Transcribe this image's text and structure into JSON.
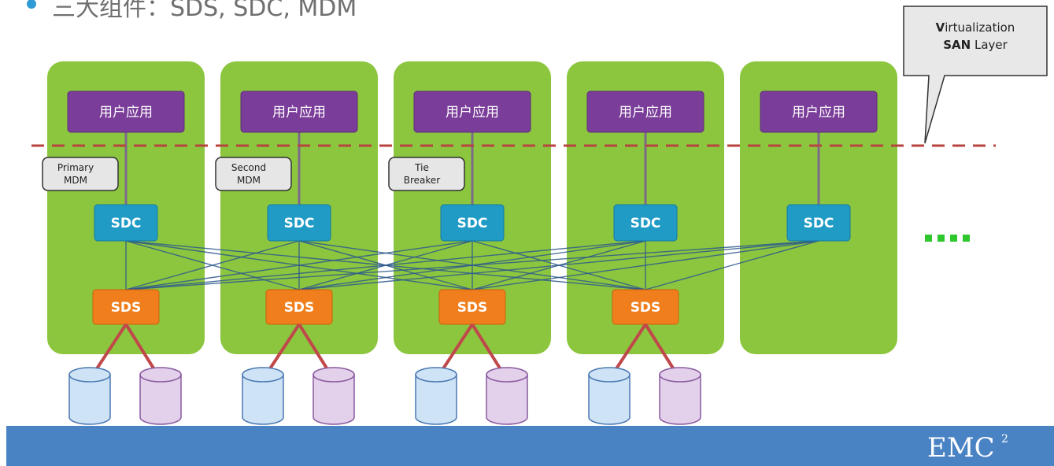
{
  "heading": {
    "text": "三大组件：SDS, SDC, MDM"
  },
  "callout": {
    "line1_bold": "V",
    "line1_rest": "irtualization",
    "line2_bold": "SAN",
    "line2_rest": " Layer"
  },
  "nodes": [
    {
      "app": "用户应用",
      "sdc": "SDC",
      "sds": "SDS",
      "mdm_line1": "Primary",
      "mdm_line2": "MDM",
      "disks": [
        "blue",
        "purple"
      ]
    },
    {
      "app": "用户应用",
      "sdc": "SDC",
      "sds": "SDS",
      "mdm_line1": "Second",
      "mdm_line2": "MDM",
      "disks": [
        "blue",
        "purple"
      ]
    },
    {
      "app": "用户应用",
      "sdc": "SDC",
      "sds": "SDS",
      "mdm_line1": "Tie",
      "mdm_line2": "Breaker",
      "disks": [
        "blue",
        "purple"
      ]
    },
    {
      "app": "用户应用",
      "sdc": "SDC",
      "sds": "SDS",
      "mdm_line1": "",
      "mdm_line2": "",
      "disks": [
        "blue",
        "purple"
      ]
    },
    {
      "app": "用户应用",
      "sdc": "SDC",
      "sds": "",
      "mdm_line1": "",
      "mdm_line2": "",
      "disks": []
    }
  ],
  "more_indicator": "....",
  "footer": {
    "logo": "EMC",
    "logo_sup": "2"
  },
  "colors": {
    "panel": "#8cc63f",
    "app": "#7a3d99",
    "sdc": "#1f9bc6",
    "sds": "#f07e1c",
    "mesh": "#2e5a8c",
    "disk_link": "#c0484a",
    "virtualization_line": "#b8443f",
    "footer": "#4a83c3"
  }
}
